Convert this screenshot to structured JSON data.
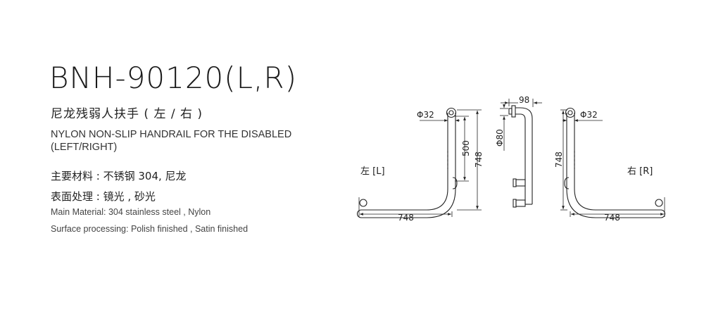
{
  "product": {
    "model": "BNH-90120(L,R)",
    "name_cn": "尼龙残弱人扶手 ( 左 / 右 )",
    "name_en_line1": "NYLON NON-SLIP HANDRAIL FOR THE DISABLED",
    "name_en_line2": "(LEFT/RIGHT)"
  },
  "specs": {
    "material_cn": "主要材料 :  不锈钢 304, 尼龙",
    "surface_cn": "表面处理 :  镜光 , 砂光",
    "material_en": "Main Material: 304 stainless steel , Nylon",
    "surface_en": "Surface processing: Polish finished , Satin finished"
  },
  "drawing": {
    "left_label": "左 [L]",
    "right_label": "右 [R]",
    "left_tube_dia": "Φ32",
    "left_height_inner": "500",
    "left_height_total": "748",
    "left_width": "748",
    "side_depth": "98",
    "side_flange_dia": "Φ80",
    "right_tube_dia": "Φ32",
    "right_height": "748",
    "right_width": "748"
  }
}
